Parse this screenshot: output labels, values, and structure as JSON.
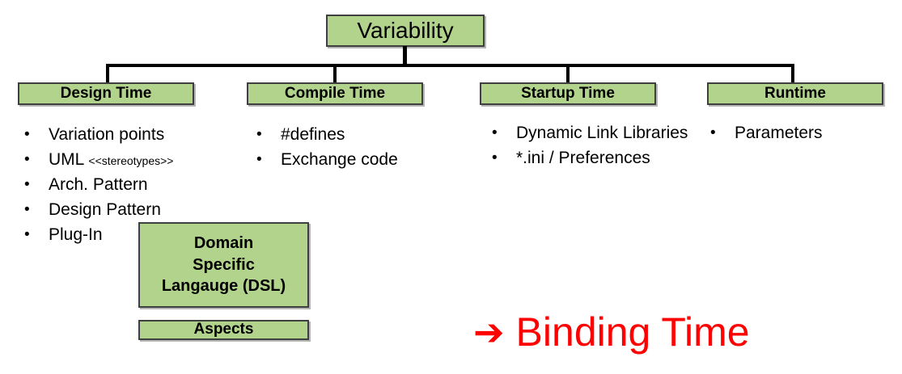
{
  "diagram": {
    "root": {
      "label": "Variability"
    },
    "branches": [
      {
        "label": "Design Time",
        "items": [
          {
            "text": "Variation points",
            "note": ""
          },
          {
            "text": "UML ",
            "note": "<<stereotypes>>"
          },
          {
            "text": "Arch. Pattern",
            "note": ""
          },
          {
            "text": "Design Pattern",
            "note": ""
          },
          {
            "text": "Plug-In",
            "note": ""
          }
        ]
      },
      {
        "label": "Compile Time",
        "items": [
          {
            "text": "#defines",
            "note": ""
          },
          {
            "text": "Exchange code",
            "note": ""
          }
        ]
      },
      {
        "label": "Startup Time",
        "items": [
          {
            "text": "Dynamic Link Libraries",
            "note": ""
          },
          {
            "text": "*.ini / Preferences",
            "note": ""
          }
        ]
      },
      {
        "label": "Runtime",
        "items": [
          {
            "text": "Parameters",
            "note": ""
          }
        ]
      }
    ],
    "extra_boxes": [
      {
        "lines": [
          "Domain",
          "Specific",
          "Langauge (DSL)"
        ]
      },
      {
        "lines": [
          "Aspects"
        ]
      }
    ],
    "callout": {
      "arrow": "➔",
      "label": "Binding Time"
    },
    "bullet_glyph": "•",
    "colors": {
      "box_fill": "#b2d38c",
      "box_border": "#3f3f3f",
      "text": "#000000",
      "callout": "#ff0000",
      "connector": "#000000"
    }
  }
}
